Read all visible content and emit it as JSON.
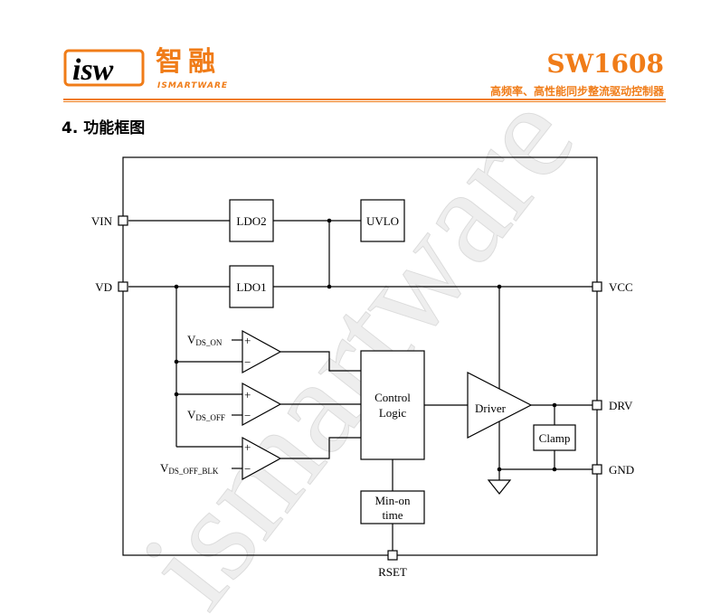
{
  "header": {
    "brand_cn": "智融",
    "brand_en": "ISMARTWARE",
    "logo_mark": "isw",
    "part_number": "SW1608",
    "subtitle": "高频率、高性能同步整流驱动控制器"
  },
  "section": {
    "title": "4.  功能框图"
  },
  "watermark": {
    "text": "ismartware"
  },
  "diagram": {
    "pins": {
      "vin": "VIN",
      "vd": "VD",
      "vcc": "VCC",
      "drv": "DRV",
      "gnd": "GND",
      "rset": "RSET"
    },
    "blocks": {
      "ldo2": "LDO2",
      "ldo1": "LDO1",
      "uvlo": "UVLO",
      "control_1": "Control",
      "control_2": "Logic",
      "driver": "Driver",
      "clamp": "Clamp",
      "minon_1": "Min-on",
      "minon_2": "time"
    },
    "comparators": {
      "ds_on": {
        "main": "V",
        "sub": "DS_ON"
      },
      "ds_off": {
        "main": "V",
        "sub": "DS_OFF"
      },
      "ds_off_blk": {
        "main": "V",
        "sub": "DS_OFF_BLK"
      },
      "plus": "+",
      "minus": "−"
    }
  },
  "colors": {
    "brand_orange": "#f07c18",
    "line": "#000000",
    "watermark": "#e6e6e6"
  }
}
